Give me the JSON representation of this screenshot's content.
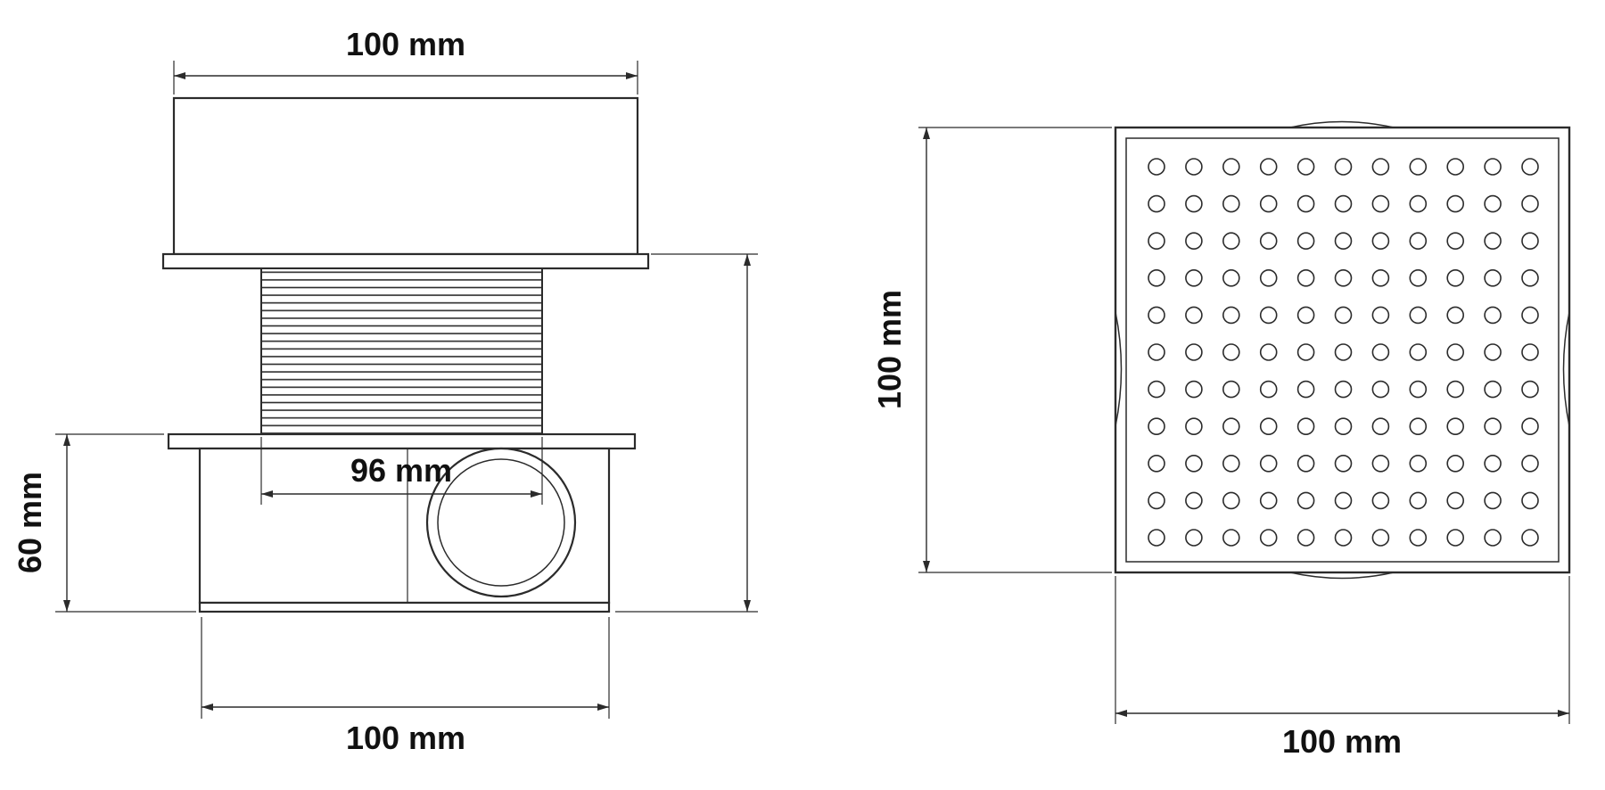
{
  "drawing": {
    "side_view": {
      "dim_top": "100 mm",
      "dim_riser": "96 mm",
      "dim_height": "60 mm",
      "dim_bottom": "100 mm"
    },
    "top_view": {
      "dim_left": "100 mm",
      "dim_bottom": "100 mm",
      "holes": {
        "rows": 11,
        "cols": 11
      }
    },
    "colors": {
      "line": "#2b2b2b",
      "text": "#111111",
      "background": "#ffffff"
    }
  }
}
